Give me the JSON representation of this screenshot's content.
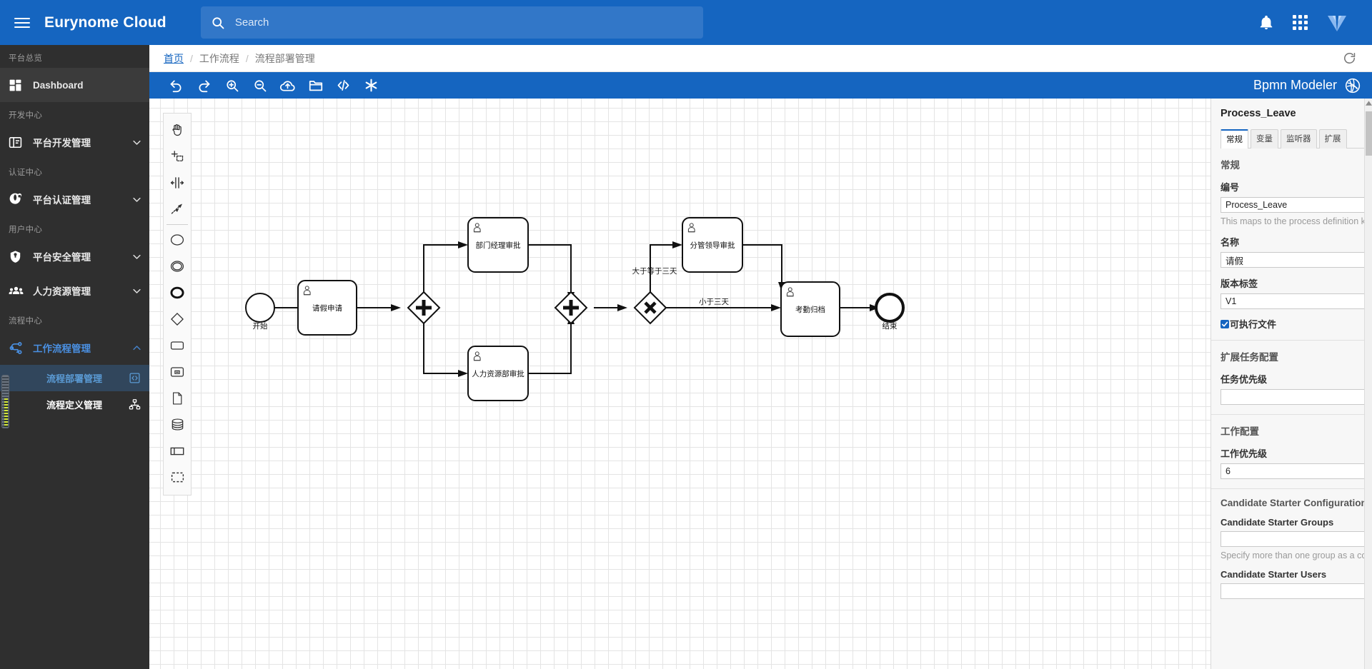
{
  "header": {
    "brand": "Eurynome Cloud",
    "menu_icon": "hamburger-icon",
    "search": {
      "value": "",
      "placeholder": "Search"
    },
    "icons": [
      "bell-icon",
      "apps-grid-icon",
      "vuetify-logo-icon"
    ]
  },
  "sidebar": {
    "sections": [
      {
        "label": "平台总览",
        "items": [
          {
            "label": "Dashboard",
            "icon": "dashboard-icon",
            "expandable": false,
            "active": true
          }
        ]
      },
      {
        "label": "开发中心",
        "items": [
          {
            "label": "平台开发管理",
            "icon": "development-icon",
            "expandable": true,
            "expanded": false
          }
        ]
      },
      {
        "label": "认证中心",
        "items": [
          {
            "label": "平台认证管理",
            "icon": "oauth-globe-icon",
            "expandable": true,
            "expanded": false
          }
        ]
      },
      {
        "label": "用户中心",
        "items": [
          {
            "label": "平台安全管理",
            "icon": "shield-icon",
            "expandable": true,
            "expanded": false
          },
          {
            "label": "人力资源管理",
            "icon": "people-icon",
            "expandable": true,
            "expanded": false
          }
        ]
      },
      {
        "label": "流程中心",
        "items": [
          {
            "label": "工作流程管理",
            "icon": "workflow-icon",
            "expandable": true,
            "expanded": true,
            "accent": true,
            "children": [
              {
                "label": "流程部署管理",
                "icon": "code-brackets-icon",
                "selected": true
              },
              {
                "label": "流程定义管理",
                "icon": "sitemap-icon",
                "selected": false
              }
            ]
          }
        ]
      }
    ]
  },
  "breadcrumb": {
    "items": [
      {
        "label": "首页",
        "link": true
      },
      {
        "label": "工作流程",
        "link": false
      },
      {
        "label": "流程部署管理",
        "link": false
      }
    ],
    "separator": "/",
    "refresh_icon": "refresh-icon"
  },
  "modeler_toolbar": {
    "buttons": [
      {
        "name": "undo-button",
        "icon": "undo-icon"
      },
      {
        "name": "redo-button",
        "icon": "redo-icon"
      },
      {
        "name": "zoom-in-button",
        "icon": "zoom-in-icon"
      },
      {
        "name": "zoom-out-button",
        "icon": "zoom-out-icon"
      },
      {
        "name": "upload-button",
        "icon": "cloud-upload-icon"
      },
      {
        "name": "open-button",
        "icon": "folder-open-icon"
      },
      {
        "name": "xml-button",
        "icon": "code-icon"
      },
      {
        "name": "settings-button",
        "icon": "asterisk-icon"
      }
    ],
    "title": "Bpmn Modeler",
    "title_icon": "bpmn-logo-icon"
  },
  "palette": {
    "tools": [
      "hand-tool-icon",
      "lasso-tool-icon",
      "space-tool-icon",
      "global-connect-tool-icon",
      "start-event-icon",
      "intermediate-event-icon",
      "end-event-icon",
      "gateway-icon",
      "task-icon",
      "subprocess-icon",
      "data-object-icon",
      "data-store-icon",
      "participant-icon",
      "group-icon"
    ]
  },
  "diagram": {
    "nodes": [
      {
        "id": "start",
        "type": "start-event",
        "label": "开始"
      },
      {
        "id": "apply",
        "type": "user-task",
        "label": "请假申请"
      },
      {
        "id": "fork",
        "type": "parallel-gateway",
        "label": ""
      },
      {
        "id": "dept",
        "type": "user-task",
        "label": "部门经理审批"
      },
      {
        "id": "hr",
        "type": "user-task",
        "label": "人力资源部审批"
      },
      {
        "id": "join",
        "type": "parallel-gateway",
        "label": ""
      },
      {
        "id": "xor",
        "type": "exclusive-gateway",
        "label": ""
      },
      {
        "id": "leader",
        "type": "user-task",
        "label": "分管领导审批"
      },
      {
        "id": "archive",
        "type": "user-task",
        "label": "考勤归档"
      },
      {
        "id": "end",
        "type": "end-event",
        "label": "结束"
      }
    ],
    "flow_labels": [
      {
        "id": "ge3",
        "label": "大于等于三天"
      },
      {
        "id": "lt3",
        "label": "小于三天"
      }
    ]
  },
  "properties": {
    "title": "Process_Leave",
    "tabs": [
      {
        "label": "常规",
        "active": true
      },
      {
        "label": "变量",
        "active": false
      },
      {
        "label": "监听器",
        "active": false
      },
      {
        "label": "扩展",
        "active": false
      }
    ],
    "group_general": "常规",
    "fields": [
      {
        "label": "编号",
        "value": "Process_Leave",
        "hint": "This maps to the process definition key."
      },
      {
        "label": "名称",
        "value": "请假",
        "hint": ""
      },
      {
        "label": "版本标签",
        "value": "V1",
        "hint": ""
      }
    ],
    "executable": {
      "label": "可执行文件",
      "checked": true
    },
    "group_ext_task": "扩展任务配置",
    "task_priority": {
      "label": "任务优先级",
      "value": ""
    },
    "group_job": "工作配置",
    "job_priority": {
      "label": "工作优先级",
      "value": "6"
    },
    "group_candidate": "Candidate Starter Configuration",
    "candidate_groups": {
      "label": "Candidate Starter Groups",
      "value": "",
      "hint": "Specify more than one group as a comma separated list."
    },
    "candidate_users": {
      "label": "Candidate Starter Users",
      "value": ""
    }
  },
  "colors": {
    "brand_blue": "#1565C0",
    "sidebar_bg": "#2f2f2f",
    "accent_link": "#4a90e2",
    "selected_row": "#31465c"
  }
}
